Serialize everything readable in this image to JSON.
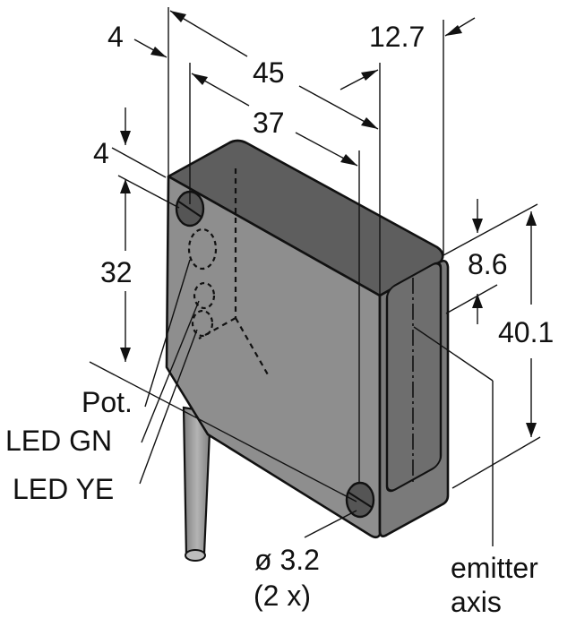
{
  "diagram": {
    "dimensions": {
      "d_4_top": "4",
      "d_45": "45",
      "d_37": "37",
      "d_12_7": "12.7",
      "d_4_left": "4",
      "d_32": "32",
      "d_8_6": "8.6",
      "d_40_1": "40.1"
    },
    "callouts": {
      "pot": "Pot.",
      "led_gn": "LED GN",
      "led_ye": "LED YE",
      "hole_dia": "ø 3.2",
      "hole_count": "(2 x)",
      "emitter_line1": "emitter",
      "emitter_line2": "axis"
    },
    "colors": {
      "housing_front": "#8e8e8e",
      "housing_top": "#5e5e5e",
      "housing_side": "#7a7a7a",
      "lens_window": "#6e6e6e",
      "cable": "#9a9a9a",
      "ink": "#111111"
    }
  }
}
